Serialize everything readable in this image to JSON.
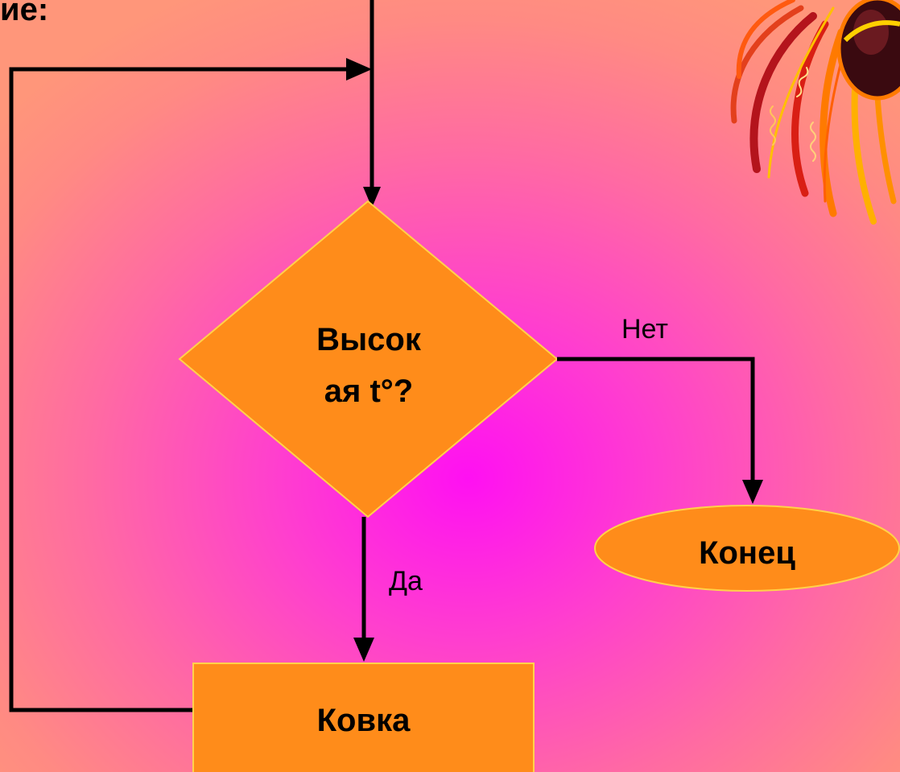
{
  "heading": {
    "fragment": "ие:"
  },
  "flowchart": {
    "decision": {
      "line1": "Высок",
      "line2": "ая t°?"
    },
    "edge_no_label": "Нет",
    "edge_yes_label": "Да",
    "terminal_end_label": "Конец",
    "process_label": "Ковка"
  },
  "colors": {
    "shape_fill": "#ff8c1a",
    "shape_border": "#ffd24a",
    "line": "#000000"
  },
  "decoration": {
    "icon": "sun-flower-clipart-icon"
  }
}
